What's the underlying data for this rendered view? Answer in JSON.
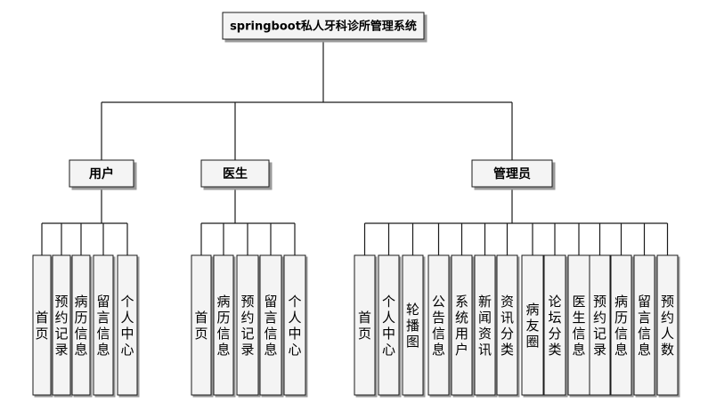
{
  "root": {
    "label": "springboot私人牙科诊所管理系统"
  },
  "groups": [
    {
      "label": "用户",
      "children": [
        "首页",
        "预约记录",
        "病历信息",
        "留言信息",
        "个人中心"
      ]
    },
    {
      "label": "医生",
      "children": [
        "首页",
        "病历信息",
        "预约记录",
        "留言信息",
        "个人中心"
      ]
    },
    {
      "label": "管理员",
      "children": [
        "首页",
        "个人中心",
        "轮播图",
        "公告信息",
        "系统用户",
        "新闻资讯",
        "资讯分类",
        "病友圈",
        "论坛分类",
        "医生信息",
        "预约记录",
        "病历信息",
        "留言信息",
        "预约人数"
      ]
    }
  ]
}
